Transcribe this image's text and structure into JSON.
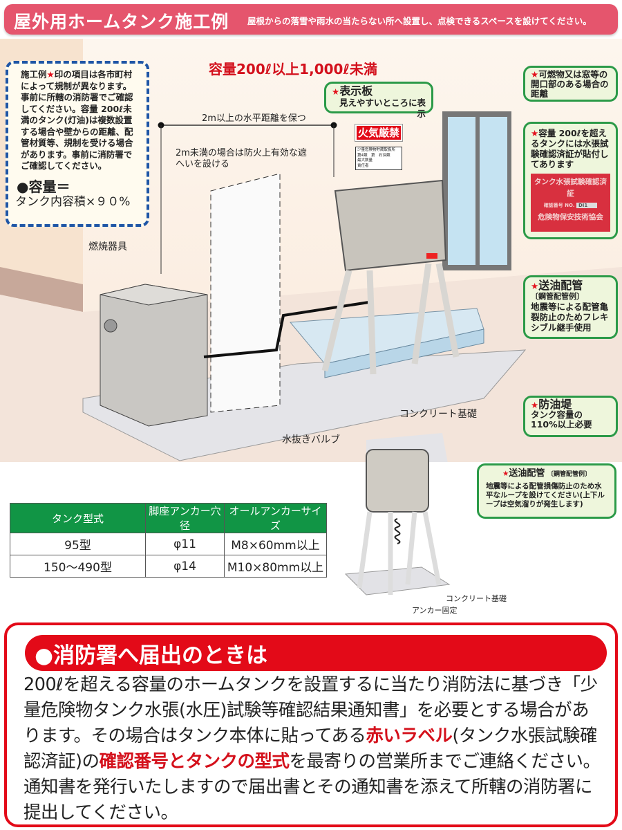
{
  "header": {
    "title": "屋外用ホームタンク施工例",
    "subtitle": "屋根からの落雪や雨水の当たらない所へ設置し、点検できるスペースを設けてください。"
  },
  "capacity_caption": "容量200ℓ以上1,000ℓ未満",
  "note": {
    "star": "★",
    "text_before_star": "施工例",
    "text": "印の項目は各市町村によって規制が異なります。事前に所轄の消防署でご確認してください。容量 200ℓ未満のタンク(灯油)は複数設置する場合や壁からの距離、配管材質等、規制を受ける場合があります。事前に消防署でご確認してください。",
    "formula_title": "●容量＝",
    "formula": "タンク内容積×９０%"
  },
  "labels": {
    "distance": "2m以上の水平距離を保つ",
    "wall": "2m未満の場合は防火上有効な遮へいを設ける",
    "burner": "燃焼器具",
    "foundation": "コンクリート基礎",
    "drain_valve": "水抜きバルブ",
    "foundation_small": "コンクリート基礎",
    "anchor": "アンカー固定"
  },
  "sign": {
    "fire": "火気厳禁",
    "plate_lines": [
      "少量危険物貯蔵取扱所",
      "第4類　第　石油類",
      "最大数量",
      "責任者"
    ]
  },
  "callouts": {
    "display": {
      "star": "★",
      "title": "表示板",
      "text": "見えやすいところに表示"
    },
    "window": {
      "star": "★",
      "text": "可燃物又は窓等の開口部のある場合の距離"
    },
    "label": {
      "star": "★",
      "text": "容量 200ℓを超えるタンクには水張試験確認済証が貼付してあります",
      "badge_title": "タンク水張試験確認済証",
      "badge_no_label": "確認番号 NO.",
      "badge_no": "DI1",
      "badge_org": "危険物保安技術協会"
    },
    "pipe": {
      "star": "★",
      "title": "送油配管",
      "sub": "〔鋼管配管例〕",
      "text": "地震等による配管亀裂防止のためフレキシブル継手使用"
    },
    "dike": {
      "star": "★",
      "title": "防油堤",
      "text": "タンク容量の 110%以上必要"
    },
    "pipe2": {
      "star": "★",
      "title": "送油配管",
      "sub": "〔鋼管配管例〕",
      "text": "地震等による配管損傷防止のため水平なループを設けてください(上下ループは空気溜りが発生します)"
    }
  },
  "table": {
    "headers": [
      "タンク型式",
      "脚座アンカー穴径",
      "オールアンカーサイズ"
    ],
    "rows": [
      [
        "95型",
        "φ11",
        "M8×60mm以上"
      ],
      [
        "150〜490型",
        "φ14",
        "M10×80mm以上"
      ]
    ]
  },
  "notice": {
    "title": "●消防署へ届出のときは",
    "parts": [
      {
        "text": "200ℓを超える容量のホームタンクを設置するに当たり消防法に基づき「少量危険物タンク水張(水圧)試験等確認結果通知書」を必要とする場合があります。その場合はタンク本体に貼ってある",
        "red": false
      },
      {
        "text": "赤いラベル",
        "red": true
      },
      {
        "text": "(タンク水張試験確認済証)の",
        "red": false
      },
      {
        "text": "確認番号とタンクの型式",
        "red": true
      },
      {
        "text": "を最寄りの営業所までご連絡ください。通知書を発行いたしますので届出書とその通知書を添えて所轄の消防署に提出してください。",
        "red": false
      }
    ]
  },
  "colors": {
    "header": "#e5556d",
    "accent_red": "#e30a18",
    "callout_green": "#2b9a48",
    "note_blue": "#1f56a6",
    "table_header": "#119545"
  }
}
